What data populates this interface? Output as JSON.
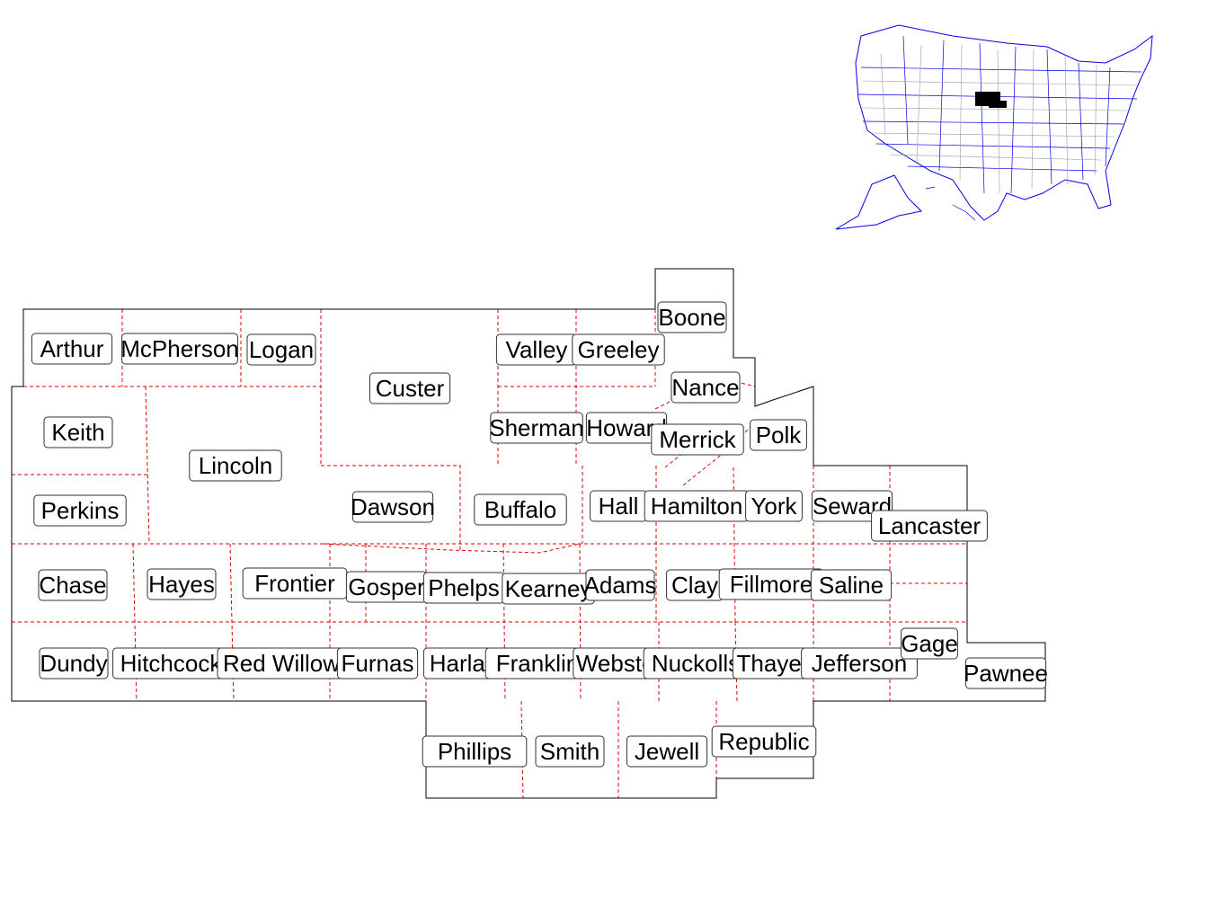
{
  "map": {
    "type": "county-region-map",
    "region_fill": "#000000",
    "county_line_color": "#e00000",
    "inset_line_color": "#0000ee"
  },
  "counties": [
    "Arthur",
    "McPherson",
    "Logan",
    "Custer",
    "Valley",
    "Greeley",
    "Boone",
    "Nance",
    "Keith",
    "Lincoln",
    "Sherman",
    "Howard",
    "Merrick",
    "Polk",
    "Perkins",
    "Dawson",
    "Buffalo",
    "Hall",
    "Hamilton",
    "York",
    "Seward",
    "Lancaster",
    "Chase",
    "Hayes",
    "Frontier",
    "Gosper",
    "Phelps",
    "Kearney",
    "Adams",
    "Clay",
    "Fillmore",
    "Saline",
    "Dundy",
    "Hitchcock",
    "Red Willow",
    "Furnas",
    "Harlan",
    "Franklin",
    "Webster",
    "Nuckolls",
    "Thayer",
    "Jefferson",
    "Gage",
    "Pawnee",
    "Phillips",
    "Smith",
    "Jewell",
    "Republic"
  ]
}
